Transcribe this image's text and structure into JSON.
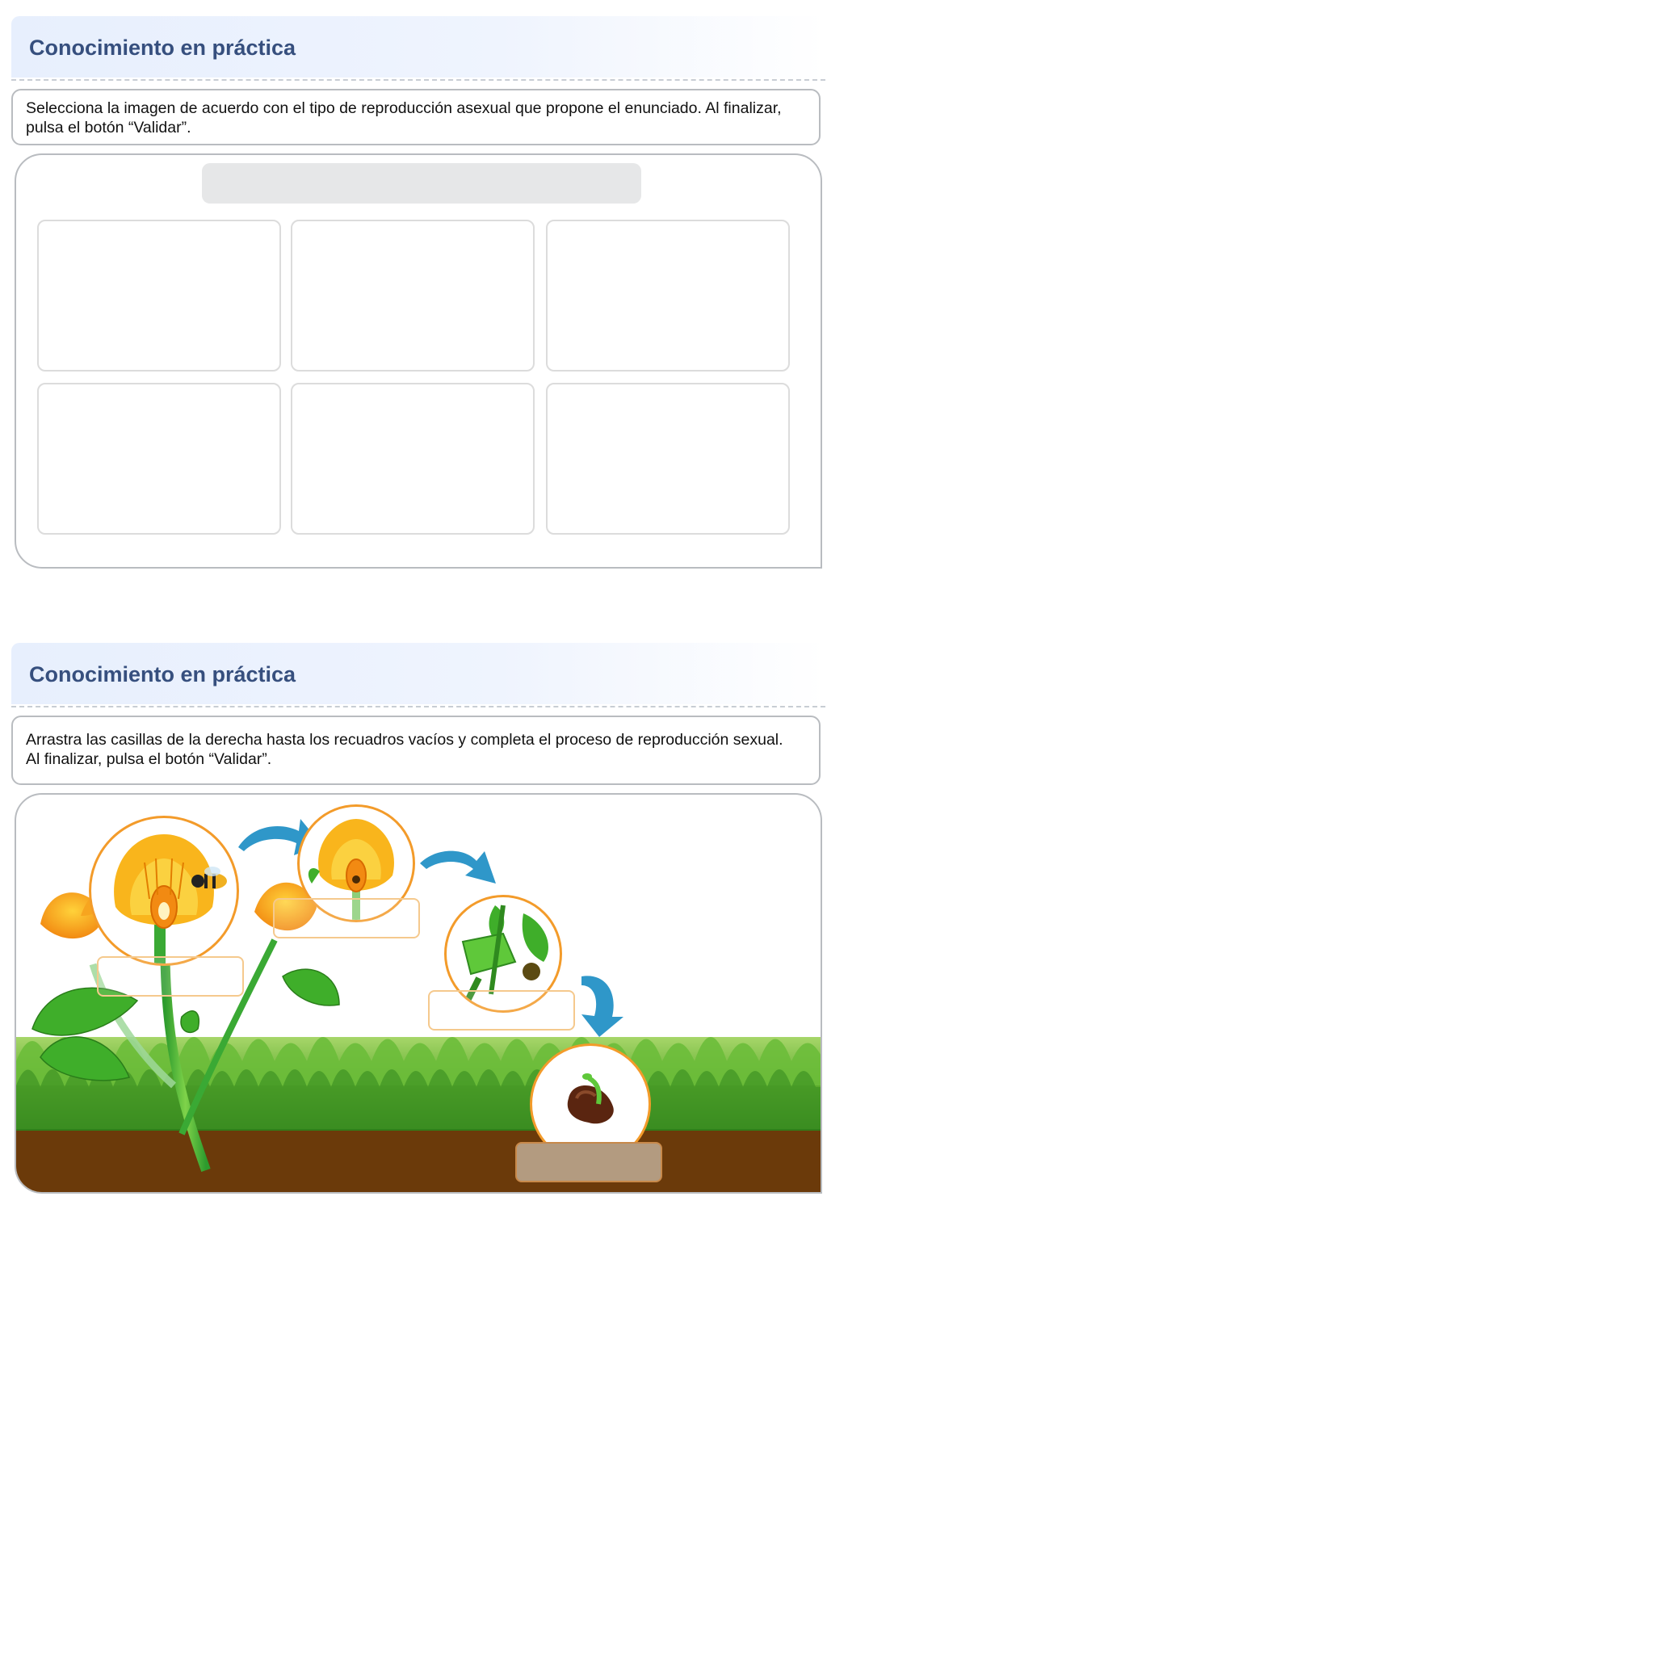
{
  "activity1": {
    "title": "Conocimiento en práctica",
    "instruction_line1": "Selecciona la imagen de acuerdo con el tipo de reproducción asexual que propone el enunciado. Al finalizar,",
    "instruction_line2": "pulsa el botón “Validar”.",
    "option_cards": [
      "",
      "",
      "",
      "",
      "",
      ""
    ]
  },
  "activity2": {
    "title": "Conocimiento en práctica",
    "instruction_line1": "Arrastra las casillas de la derecha hasta los recuadros vacíos y completa el proceso de reproducción sexual.",
    "instruction_line2": "Al finalizar, pulsa el botón “Validar”.",
    "stages": [
      "flower-pollination",
      "fertilized-flower",
      "fruit-with-seed",
      "germinating-seed"
    ],
    "drop_targets": [
      "",
      "",
      "",
      ""
    ]
  },
  "colors": {
    "title": "#364f7e",
    "accent_orange": "#f39b2a",
    "arrow_blue": "#2f97c9",
    "soil": "#6b3a0a",
    "grass": "#4f9e2a"
  }
}
